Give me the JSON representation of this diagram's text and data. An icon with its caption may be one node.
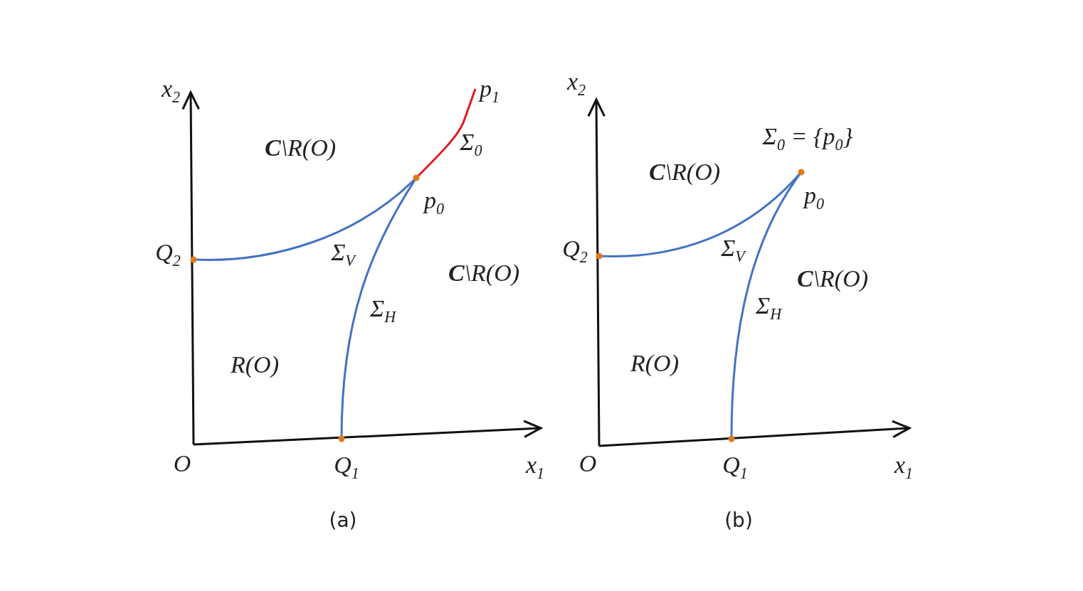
{
  "diagram": {
    "labels": [
      "x$_{2}$",
      "p$_{1}$",
      "**C**\\R(O)",
      "Σ$_{0}$",
      "p$_{0}$",
      "Q$_{2}$",
      "Σ$_{V}$",
      "**C**\\R(O)",
      "Σ$_{H}$",
      "R(O)",
      "O",
      "Q$_{1}$",
      "x$_{1}$",
      "(a)",
      "x$_{2}$",
      "Σ$_{0}$ = {p$_{0}$}",
      "**C**\\R(O)",
      "p$_{0}$",
      "Q$_{2}$",
      "Σ$_{V}$",
      "**C**\\R(O)",
      "Σ$_{H}$",
      "R(O)",
      "O",
      "Q$_{1}$",
      "x$_{1}$",
      "(b)"
    ]
  }
}
